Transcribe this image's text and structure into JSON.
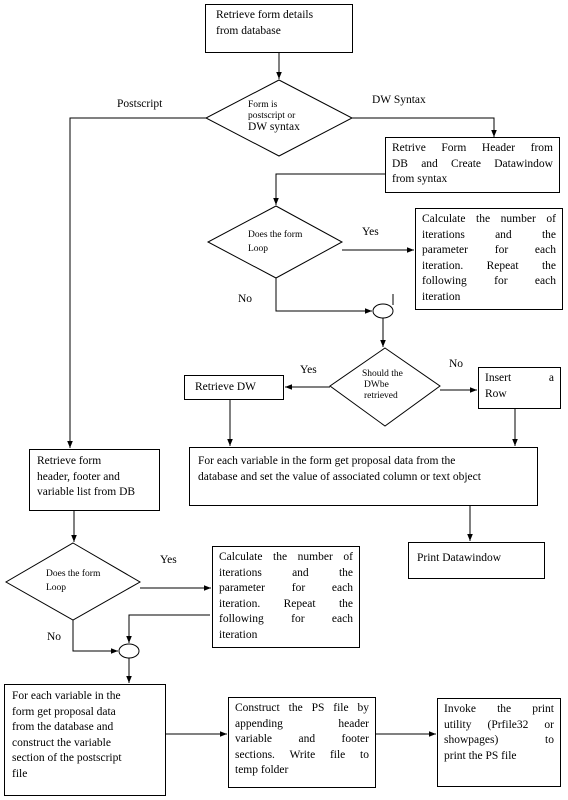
{
  "nodes": {
    "retrieve_form": {
      "l1": "Retrieve form details",
      "l2": "from database"
    },
    "decision_format": {
      "l1": "Form is",
      "l2": "postscript or",
      "l3": "DW syntax"
    },
    "retrive_header": {
      "l1": "Retrive Form Header from",
      "l2": "DB and Create Datawindow",
      "l3": "from syntax"
    },
    "decision_loop_1": {
      "l1": "Does the form",
      "l2": "Loop"
    },
    "calc_iter_1": {
      "l1": "Calculate the number of",
      "l2": "iterations and the",
      "l3": "parameter for each",
      "l4": "iteration. Repeat the",
      "l5": "following for each",
      "l6": "iteration"
    },
    "decision_retrieve": {
      "l1": "Should the",
      "l2": "DWbe",
      "l3": "retrieved"
    },
    "retrieve_dw": {
      "l1": "Retrieve DW"
    },
    "insert_row": {
      "l1": "Insert a",
      "l2": "Row"
    },
    "for_each_dw": {
      "l1": "For each variable in the form get proposal data from the",
      "l2": "database and set the value of associated column or text object"
    },
    "print_dw": {
      "l1": "Print Datawindow"
    },
    "retrieve_header_footer": {
      "l1": "Retrieve form",
      "l2": "header, footer and",
      "l3": "variable list from DB"
    },
    "decision_loop_2": {
      "l1": "Does the form",
      "l2": "Loop"
    },
    "calc_iter_2": {
      "l1": "Calculate the number of",
      "l2": "iterations and the",
      "l3": "parameter for each",
      "l4": "iteration. Repeat the",
      "l5": "following for each",
      "l6": "iteration"
    },
    "for_each_ps": {
      "l1": "For each variable in the",
      "l2": "form get proposal data",
      "l3": "from the database and",
      "l4": "construct the variable",
      "l5": "section of the postscript",
      "l6": "file"
    },
    "construct_ps": {
      "l1": "Construct the PS file by",
      "l2": "appending header",
      "l3": "variable and footer",
      "l4": "sections. Write file to",
      "l5": "temp folder"
    },
    "invoke_print": {
      "l1": "Invoke the print",
      "l2": "utility (Prfile32 or",
      "l3": "showpages) to",
      "l4": "print the PS file"
    }
  },
  "labels": {
    "postscript": "Postscript",
    "dw_syntax": "DW Syntax",
    "yes_1": "Yes",
    "no_1": "No",
    "yes_2": "Yes",
    "no_2": "No",
    "yes_3": "Yes",
    "no_3": "No"
  }
}
